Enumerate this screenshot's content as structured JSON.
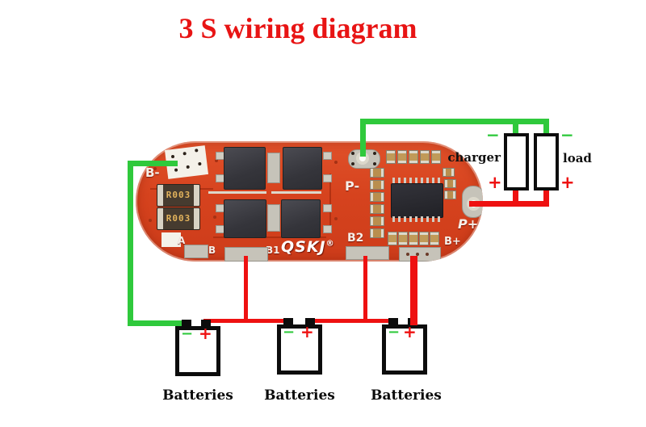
{
  "title": "3 S wiring diagram",
  "colors": {
    "title_red": "#e81414",
    "wire_green": "#2fc93c",
    "wire_red": "#ee1111",
    "silkscreen": "#f4f1e9"
  },
  "board": {
    "logo": "QSKJ",
    "logo_reg": "®",
    "shunt_value": "R003",
    "labels": {
      "b_minus": "B-",
      "p_minus": "P-",
      "a": "A",
      "b": "B",
      "b1": "B1",
      "b2": "B2",
      "b_plus": "B+",
      "p_plus": "P+"
    }
  },
  "charger": {
    "label": "charger",
    "minus_sign": "−",
    "plus_sign": "+"
  },
  "load": {
    "label": "load",
    "minus_sign": "−",
    "plus_sign": "+"
  },
  "batteries": [
    {
      "label": "Batteries",
      "minus_sign": "−",
      "plus_sign": "+"
    },
    {
      "label": "Batteries",
      "minus_sign": "−",
      "plus_sign": "+"
    },
    {
      "label": "Batteries",
      "minus_sign": "−",
      "plus_sign": "+"
    }
  ]
}
